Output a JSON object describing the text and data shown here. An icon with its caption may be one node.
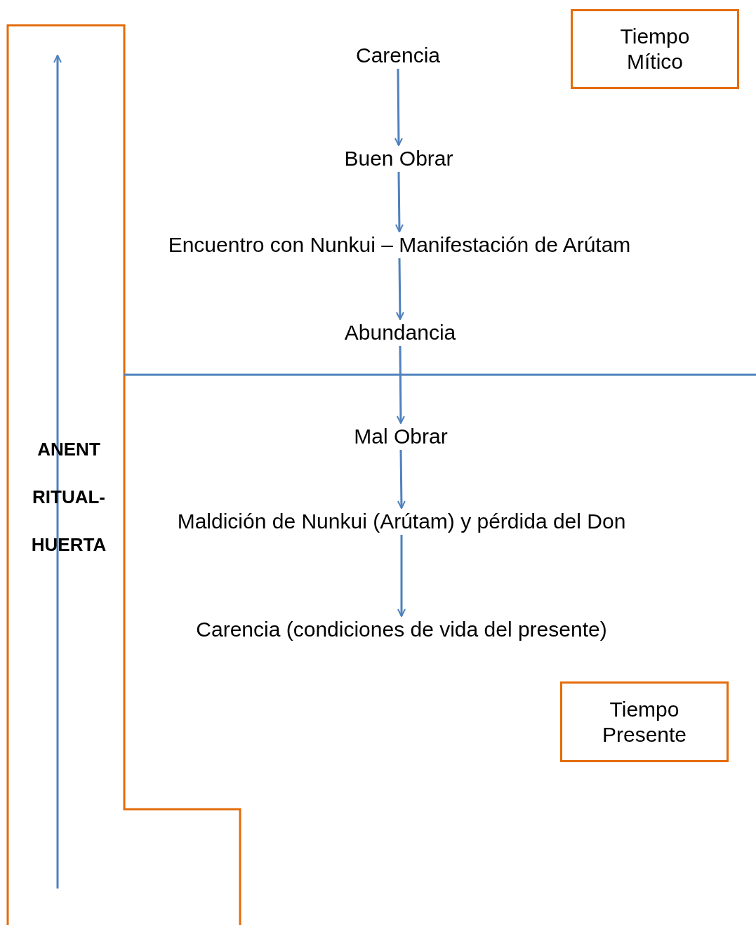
{
  "diagram": {
    "nodes": [
      {
        "text": [
          "ANENT RITUAL-HUERTA"
        ]
      },
      {
        "text": [
          "Tiempo Mítico"
        ]
      },
      {
        "text": [
          "Carencia"
        ]
      },
      {
        "text": [
          "Buen Obrar"
        ]
      },
      {
        "text": [
          "Encuentro con Nunkui – Manifestación de Arútam"
        ]
      },
      {
        "text": [
          "Abundancia"
        ]
      },
      {
        "text": [
          "Mal Obrar"
        ]
      },
      {
        "text": [
          "Maldición de Nunkui (Arútam) y pérdida del Don"
        ]
      },
      {
        "text": [
          "Carencia (condiciones de vida del presente)"
        ]
      },
      {
        "text": [
          "Tiempo Presente"
        ]
      }
    ],
    "edges": [
      {
        "from": 2,
        "to": 3,
        "arrow": "to"
      },
      {
        "from": 3,
        "to": 4,
        "arrow": "to"
      },
      {
        "from": 4,
        "to": 5,
        "arrow": "to"
      },
      {
        "from": 5,
        "to": 6,
        "arrow": "to"
      },
      {
        "from": 6,
        "to": 7,
        "arrow": "to"
      },
      {
        "from": 7,
        "to": 8,
        "arrow": "to"
      }
    ]
  }
}
